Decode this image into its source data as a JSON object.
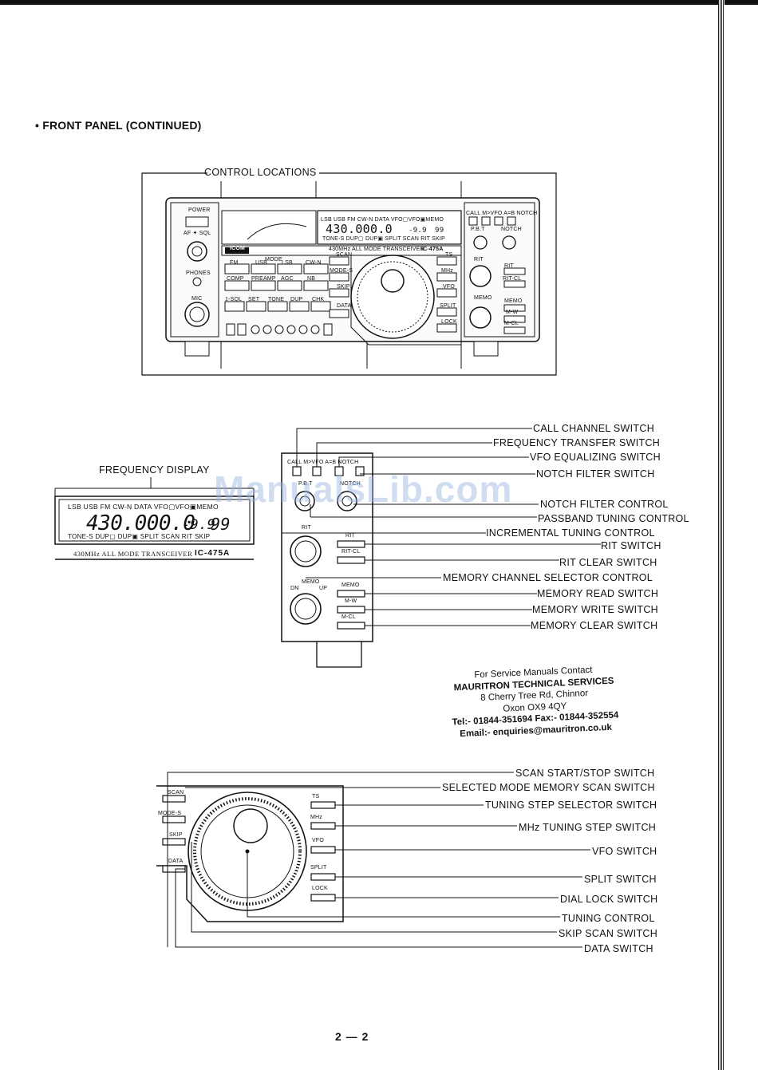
{
  "heading": "• FRONT PANEL (CONTINUED)",
  "control_locations_label": "CONTROL LOCATIONS",
  "frequency_display_label": "FREQUENCY DISPLAY",
  "watermark": "ManualsLib.com",
  "page_number": "2 — 2",
  "panel": {
    "power": "POWER",
    "af_sql": "AF ✦ SQL",
    "phones": "PHONES",
    "mic": "MIC",
    "icom": "ICOM",
    "model_line": "430MHz ALL MODE TRANSCEIVER",
    "model_badge": "IC-475A",
    "mode_label": "MODE",
    "mode_buttons": [
      "FM",
      "USB",
      "LSB",
      "CW-N"
    ],
    "lower_buttons": [
      "COMP",
      "PREAMP",
      "AGC",
      "NB"
    ],
    "func_buttons": [
      "1-SQL",
      "SET",
      "TONE",
      "DUP",
      "CHK"
    ],
    "scan": "SCAN",
    "mode_s": "MODE-S",
    "skip": "SKIP",
    "data": "DATA",
    "ts": "TS",
    "mhz": "MHz",
    "vfo": "VFO",
    "split": "SPLIT",
    "lock": "LOCK",
    "top_right": "CALL M>VFO A=B NOTCH",
    "pbt": "P.B.T",
    "notch": "NOTCH",
    "rit": "RIT",
    "rit_cl": "RIT-CL",
    "memo": "MEMO",
    "dn": "DN",
    "up": "UP",
    "mw": "M-W",
    "mcl": "M-CL"
  },
  "display": {
    "top_line": "LSB USB FM CW-N     DATA     VFO▢VFO▣MEMO",
    "frequency": "430.000.0",
    "offset": "-9.9",
    "channel": "99",
    "bottom_line": "TONE-S   DUP▢   DUP▣   SPLIT   SCAN   RIT    SKIP",
    "caption": "430MHz ALL MODE TRANSCEIVER",
    "badge": "IC-475A"
  },
  "right_callouts": [
    "CALL CHANNEL SWITCH",
    "FREQUENCY TRANSFER SWITCH",
    "VFO EQUALIZING SWITCH",
    "NOTCH FILTER SWITCH",
    "NOTCH FILTER CONTROL",
    "PASSBAND TUNING CONTROL",
    "INCREMENTAL TUNING CONTROL",
    "RIT SWITCH",
    "RIT CLEAR SWITCH",
    "MEMORY CHANNEL SELECTOR CONTROL",
    "MEMORY READ SWITCH",
    "MEMORY WRITE SWITCH",
    "MEMORY CLEAR SWITCH"
  ],
  "bottom_callouts": [
    "SCAN START/STOP SWITCH",
    "SELECTED MODE MEMORY SCAN SWITCH",
    "TUNING STEP SELECTOR SWITCH",
    "MHz TUNING STEP SWITCH",
    "VFO SWITCH",
    "SPLIT SWITCH",
    "DIAL LOCK SWITCH",
    "TUNING CONTROL",
    "SKIP SCAN SWITCH",
    "DATA SWITCH"
  ],
  "contact": {
    "line1": "For Service Manuals Contact",
    "line2": "MAURITRON TECHNICAL SERVICES",
    "line3": "8 Cherry Tree Rd, Chinnor",
    "line4": "Oxon OX9 4QY",
    "line5": "Tel:- 01844-351694 Fax:- 01844-352554",
    "line6": "Email:- enquiries@mauritron.co.uk"
  }
}
